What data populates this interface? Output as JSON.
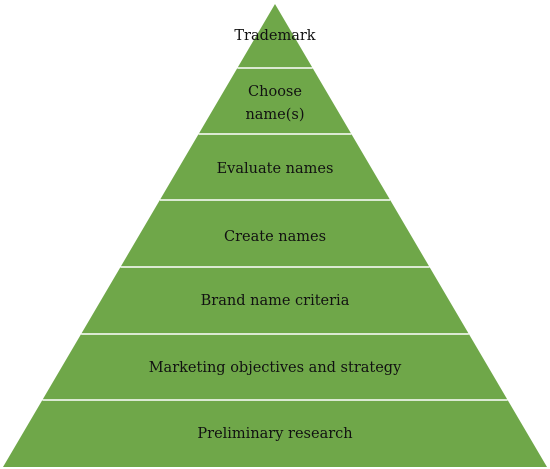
{
  "colors": {
    "fill": "#6fa749",
    "divider": "#ffffff",
    "text": "#111111",
    "background": "#ffffff"
  },
  "pyramid": {
    "levels": [
      {
        "id": "trademark",
        "lines": [
          "Trademark"
        ]
      },
      {
        "id": "choose-names",
        "lines": [
          "Choose",
          "name(s)"
        ]
      },
      {
        "id": "evaluate-names",
        "lines": [
          "Evaluate names"
        ]
      },
      {
        "id": "create-names",
        "lines": [
          "Create names"
        ]
      },
      {
        "id": "brand-name-criteria",
        "lines": [
          "Brand name criteria"
        ]
      },
      {
        "id": "marketing-objectives",
        "lines": [
          "Marketing objectives and strategy"
        ]
      },
      {
        "id": "preliminary-research",
        "lines": [
          "Preliminary research"
        ]
      }
    ]
  }
}
